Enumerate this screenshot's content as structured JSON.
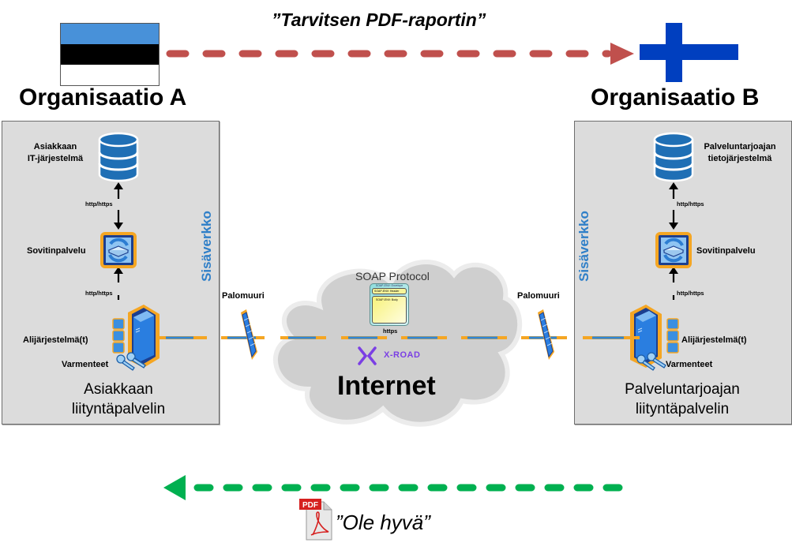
{
  "request": {
    "message": "”Tarvitsen PDF-raportin”",
    "arrow_color": "#c0504d"
  },
  "response": {
    "message": "”Ole hyvä”",
    "arrow_color": "#00b050",
    "document_icon": "pdf-file-icon",
    "document_badge": "PDF"
  },
  "org_a": {
    "flag": "estonia-flag",
    "flag_colors": [
      "#4891d9",
      "#000000",
      "#ffffff"
    ],
    "title": "Organisaatio A",
    "network_label": "Sisäverkko",
    "system_label_line1": "Asiakkaan",
    "system_label_line2": "IT-järjestelmä",
    "protocol_upper": "http/https",
    "adapter_label": "Sovitinpalvelu",
    "protocol_lower": "http/https",
    "subsystems_label": "Alijärjestelmä(t)",
    "certificates_label": "Varmenteet",
    "server_label_line1": "Asiakkaan",
    "server_label_line2": "liityntäpalvelin"
  },
  "org_b": {
    "flag": "finland-flag",
    "flag_colors": [
      "#ffffff",
      "#003fbf"
    ],
    "title": "Organisaatio B",
    "network_label": "Sisäverkko",
    "system_label_line1": "Palveluntarjoajan",
    "system_label_line2": "tietojärjestelmä",
    "protocol_upper": "http/https",
    "adapter_label": "Sovitinpalvelu",
    "protocol_lower": "http/https",
    "subsystems_label": "Alijärjestelmä(t)",
    "certificates_label": "Varmenteet",
    "server_label_line1": "Palveluntarjoajan",
    "server_label_line2": "liityntäpalvelin"
  },
  "internet": {
    "label": "Internet",
    "firewall_left_label": "Palomuuri",
    "firewall_right_label": "Palomuuri",
    "soap_title": "SOAP Protocol",
    "soap_envelope": "SOAP-ENV: Envelope",
    "soap_header": "SOAP-ENV: Header",
    "soap_body": "SOAP-ENV: Body",
    "transport": "https",
    "xroad_label": "X-ROAD",
    "xroad_color": "#7b3fe4"
  }
}
